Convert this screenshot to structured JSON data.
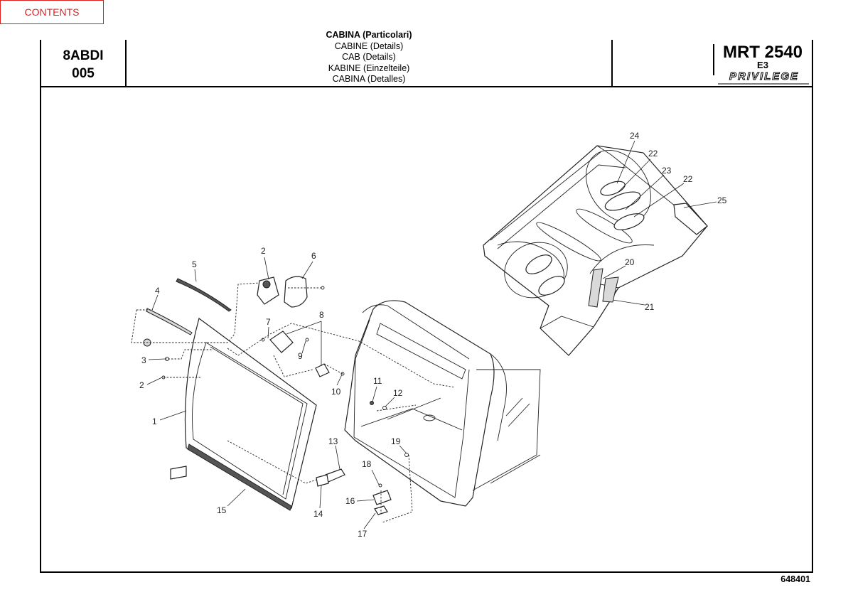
{
  "contents_button": "CONTENTS",
  "header": {
    "code_line1": "8ABDI",
    "code_line2": "005",
    "titles": [
      "CABINA (Particolari)",
      "CABINE (Details)",
      "CAB (Details)",
      "KABINE (Einzelteile)",
      "CABINA (Detalles)"
    ],
    "model": "MRT 2540",
    "variant": "E3",
    "brand": "PRIVILEGE"
  },
  "diagram": {
    "callouts": [
      "1",
      "2",
      "2",
      "3",
      "4",
      "5",
      "6",
      "7",
      "8",
      "9",
      "10",
      "11",
      "12",
      "13",
      "14",
      "15",
      "16",
      "17",
      "18",
      "19",
      "20",
      "21",
      "22",
      "22",
      "23",
      "24",
      "25"
    ]
  },
  "page_number": "648401"
}
